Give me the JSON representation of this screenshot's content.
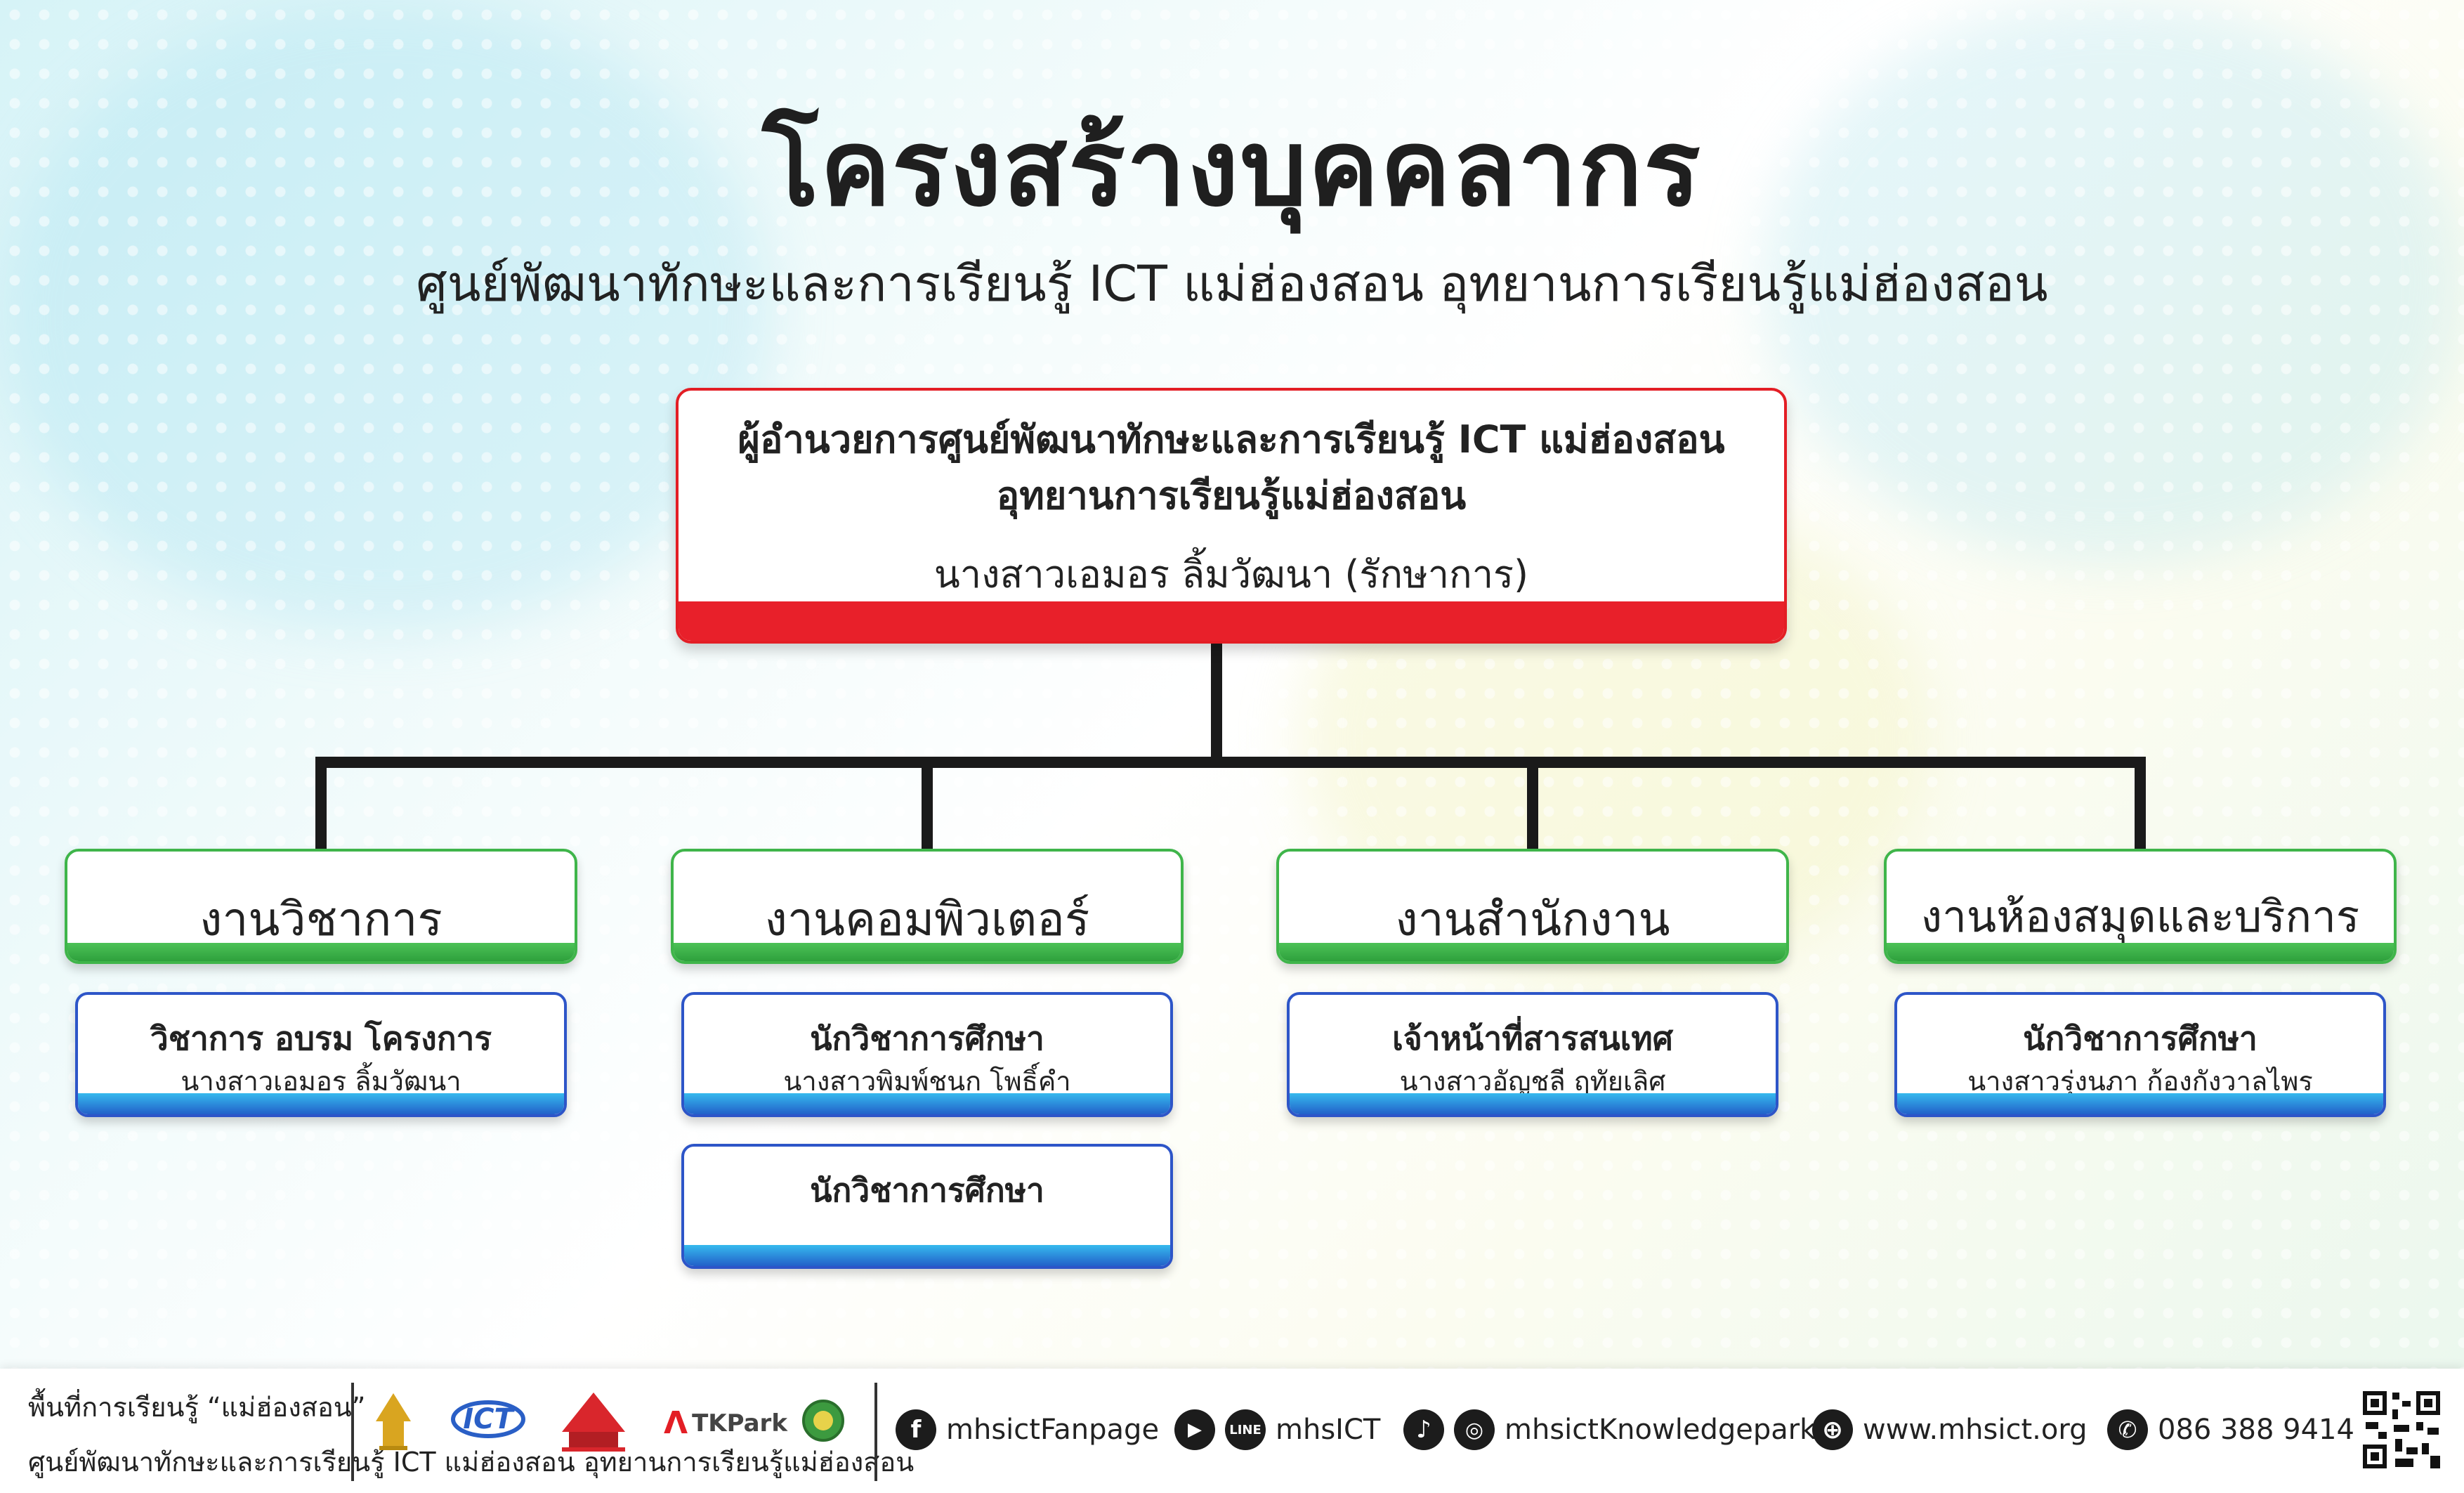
{
  "title": "โครงสร้างบุคคลากร",
  "subtitle": "ศูนย์พัฒนาทักษะและการเรียนรู้ ICT แม่ฮ่องสอน อุทยานการเรียนรู้แม่ฮ่องสอน",
  "director": {
    "line1": "ผู้อำนวยการศูนย์พัฒนาทักษะและการเรียนรู้ ICT แม่ฮ่องสอน",
    "line2": "อุทยานการเรียนรู้แม่ฮ่องสอน",
    "name": "นางสาวเอมอร  ลิ้มวัฒนา (รักษาการ)"
  },
  "departments": [
    {
      "label": "งานวิชาการ",
      "staff": [
        {
          "role": "วิชาการ อบรม โครงการ",
          "name": "นางสาวเอมอร  ลิ้มวัฒนา"
        }
      ]
    },
    {
      "label": "งานคอมพิวเตอร์",
      "staff": [
        {
          "role": "นักวิชาการศึกษา",
          "name": "นางสาวพิมพ์ชนก  โพธิ์คำ"
        },
        {
          "role": "นักวิชาการศึกษา",
          "name": ""
        }
      ]
    },
    {
      "label": "งานสำนักงาน",
      "staff": [
        {
          "role": "เจ้าหน้าที่สารสนเทศ",
          "name": "นางสาวอัญชลี ฤทัยเลิศ"
        }
      ]
    },
    {
      "label": "งานห้องสมุดและบริการ",
      "staff": [
        {
          "role": "นักวิชาการศึกษา",
          "name": "นางสาวรุ่งนภา  ก้องกังวาลไพร"
        }
      ]
    }
  ],
  "footer": {
    "area": "พื้นที่การเรียนรู้ “แม่ฮ่องสอน”",
    "center": "ศูนย์พัฒนาทักษะและการเรียนรู้ ICT แม่ฮ่องสอน อุทยานการเรียนรู้แม่ฮ่องสอน",
    "logos": [
      "ICT",
      "TKPark"
    ],
    "facebook": "mhsictFanpage",
    "youtube_line": "mhsICT",
    "tiktok_ig": "mhsictKnowledgepark",
    "website": "www.mhsict.org",
    "phone": "086 388 9414"
  },
  "colors": {
    "director_accent": "#e8202a",
    "department_accent": "#3fb54a",
    "staff_accent": "#2d55c8",
    "connector": "#1a1a1a"
  }
}
